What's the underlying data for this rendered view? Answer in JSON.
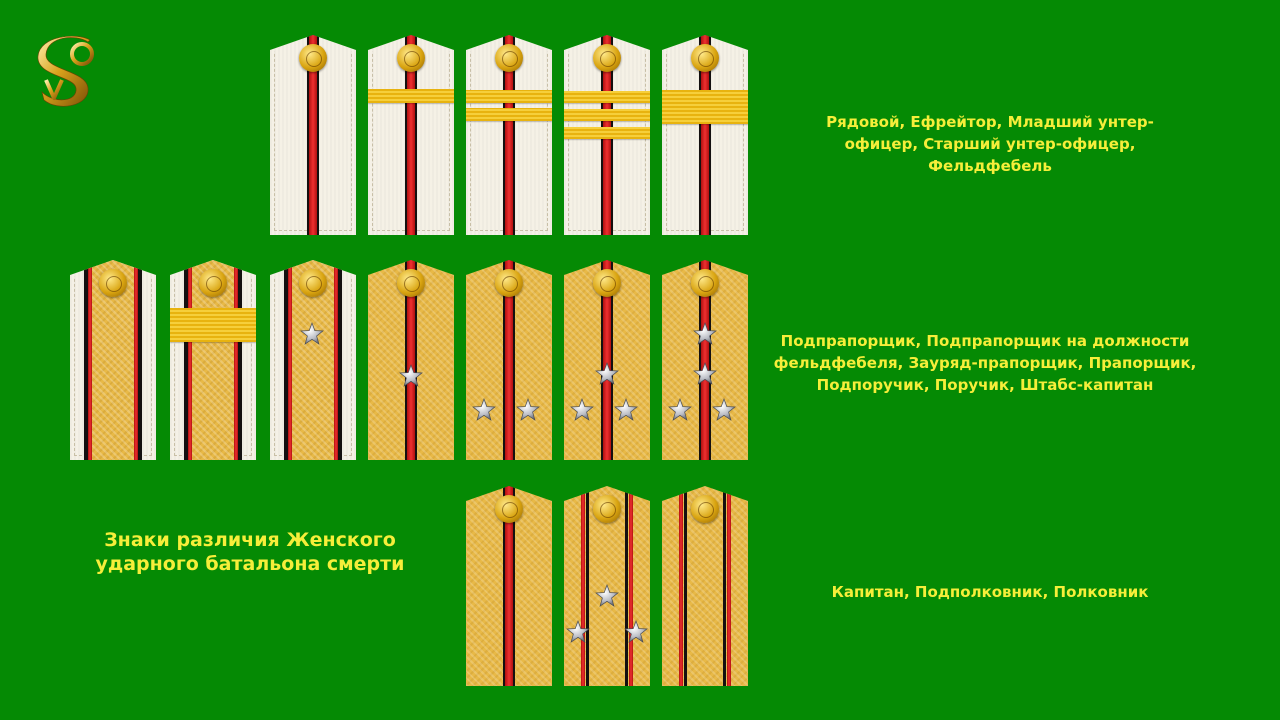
{
  "colors": {
    "background": "#058a04",
    "caption_text": "#f6ee3a",
    "strap_white": "#f5f1e6",
    "strap_gold": "#e8b947",
    "stripe_red": "#e02020",
    "stripe_black": "#141010",
    "band_gold": "#f0c41f"
  },
  "logo": {
    "icon": "sov-monogram-logo",
    "letters": "SOV"
  },
  "title": "Знаки различия Женского ударного батальона смерти",
  "rows": [
    {
      "caption": "Рядовой, Ефрейтор, Младший унтер-офицер, Старший унтер-офицер, Фельдфебель",
      "straps": [
        {
          "base": "white",
          "stripes": "single",
          "bands": 0,
          "stars": 0
        },
        {
          "base": "white",
          "stripes": "single",
          "bands": 1,
          "stars": 0
        },
        {
          "base": "white",
          "stripes": "single",
          "bands": 2,
          "stars": 0
        },
        {
          "base": "white",
          "stripes": "single",
          "bands": 3,
          "stars": 0
        },
        {
          "base": "white",
          "stripes": "single",
          "bands": "wide",
          "stars": 0
        }
      ]
    },
    {
      "caption": "Подпрапорщик, Подпрапорщик на должности фельдфебеля, Зауряд-прапорщик, Прапорщик, Подпоручик, Поручик, Штабс-капитан",
      "straps": [
        {
          "base": "white-gold",
          "stripes": "edges",
          "bands": 0,
          "stars": 0
        },
        {
          "base": "white-gold",
          "stripes": "edges",
          "bands": "wide",
          "stars": 0
        },
        {
          "base": "white-gold",
          "stripes": "edges",
          "bands": 0,
          "stars": 1
        },
        {
          "base": "gold",
          "stripes": "single",
          "bands": 0,
          "stars": 1
        },
        {
          "base": "gold",
          "stripes": "single",
          "bands": 0,
          "stars": 2
        },
        {
          "base": "gold",
          "stripes": "single",
          "bands": 0,
          "stars": 3
        },
        {
          "base": "gold",
          "stripes": "single",
          "bands": 0,
          "stars": 4
        }
      ]
    },
    {
      "caption": "Капитан, Подполковник, Полковник",
      "straps": [
        {
          "base": "gold",
          "stripes": "single",
          "bands": 0,
          "stars": 0
        },
        {
          "base": "gold",
          "stripes": "double",
          "bands": 0,
          "stars": 3
        },
        {
          "base": "gold",
          "stripes": "double",
          "bands": 0,
          "stars": 0
        }
      ]
    }
  ]
}
